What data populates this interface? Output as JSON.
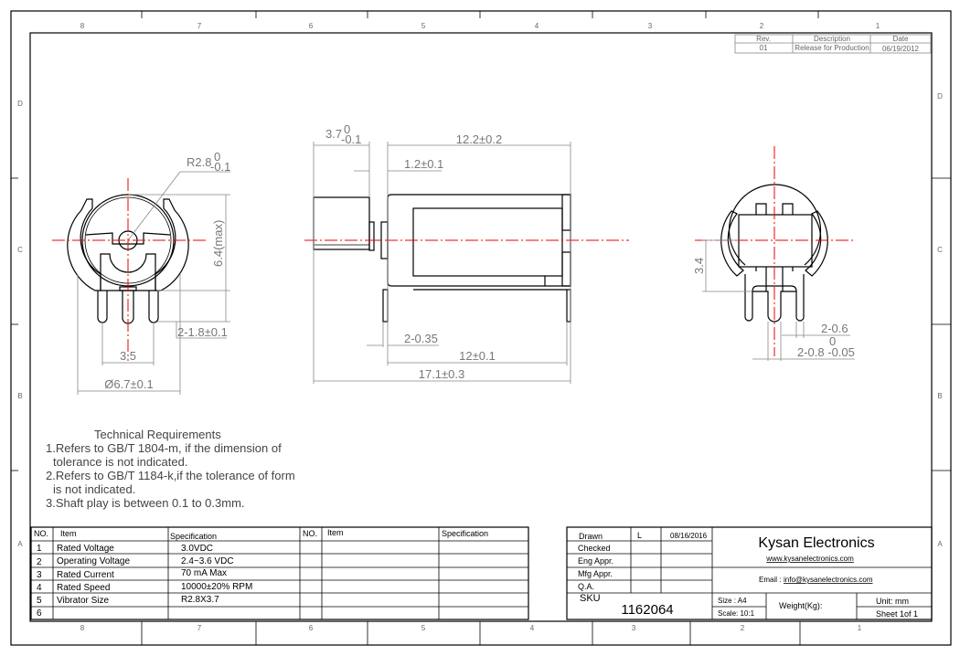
{
  "frame": {
    "columns_top": [
      "8",
      "7",
      "6",
      "5",
      "4",
      "3",
      "2",
      "1"
    ],
    "columns_bottom": [
      "8",
      "7",
      "6",
      "5",
      "4",
      "3",
      "2",
      "1"
    ],
    "rows_left": [
      "D",
      "C",
      "B",
      "A"
    ],
    "rows_right": [
      "D",
      "C",
      "B",
      "A"
    ]
  },
  "revision": {
    "headers": [
      "Rev.",
      "Description",
      "Date"
    ],
    "row": [
      "01",
      "Release for Production",
      "06/19/2012"
    ]
  },
  "front_view": {
    "radius_label": "R2.8",
    "radius_tol_upper": "0",
    "radius_tol_lower": "-0.1",
    "height_label": "6.4(max)",
    "pin_length_label": "2-1.8±0.1",
    "pin_pitch_label": "3.5",
    "diameter_label": "Ø6.7±0.1"
  },
  "side_view": {
    "weight_len_label": "3.7",
    "weight_tol_upper": "0",
    "weight_tol_lower": "-0.1",
    "body_len_label": "12.2±0.2",
    "gap_label": "1.2±0.1",
    "pin_thk_label": "2-0.35",
    "pin_span_label": "12±0.1",
    "total_len_label": "17.1±0.3"
  },
  "end_view": {
    "height_label": "3.4",
    "pin_w_label": "2-0.6",
    "pin_tol_upper": "0",
    "pin_w2_label": "2-0.8 -0.05"
  },
  "technical_requirements": {
    "title": "Technical Requirements",
    "lines": [
      "1.Refers to GB/T 1804-m, if the dimension of",
      "  tolerance is not indicated.",
      "2.Refers to GB/T 1184-k,if the tolerance of form",
      "  is not indicated.",
      "3.Shaft play is between 0.1 to 0.3mm."
    ]
  },
  "spec_table": {
    "headers": [
      "NO.",
      "Item",
      "Specification",
      "NO.",
      "Item",
      "Specification"
    ],
    "rows": [
      {
        "no": "1",
        "item": "Rated Voltage",
        "spec": "3.0VDC"
      },
      {
        "no": "2",
        "item": "Operating Voltage",
        "spec": "2.4~3.6 VDC"
      },
      {
        "no": "3",
        "item": "Rated Current",
        "spec": "70 mA Max"
      },
      {
        "no": "4",
        "item": "Rated Speed",
        "spec": "10000±20% RPM"
      },
      {
        "no": "5",
        "item": "Vibrator Size",
        "spec": "R2.8X3.7"
      },
      {
        "no": "6",
        "item": "",
        "spec": ""
      }
    ]
  },
  "title_block": {
    "roles": [
      "Drawn",
      "Checked",
      "Eng Appr.",
      "Mfg Appr.",
      "Q.A."
    ],
    "drawn_by": "L",
    "drawn_date": "08/16/2016",
    "company": "Kysan Electronics",
    "website": "www.kysanelectronics.com",
    "email_label": "Email : ",
    "email": "info@kysanelectronics.com",
    "sku_label": "SKU",
    "sku": "1162064",
    "size": "Size : A4",
    "scale": "Scale: 10:1",
    "weight_label": "Weight(Kg):",
    "unit": "Unit: mm",
    "sheet": "Sheet 1of 1"
  }
}
